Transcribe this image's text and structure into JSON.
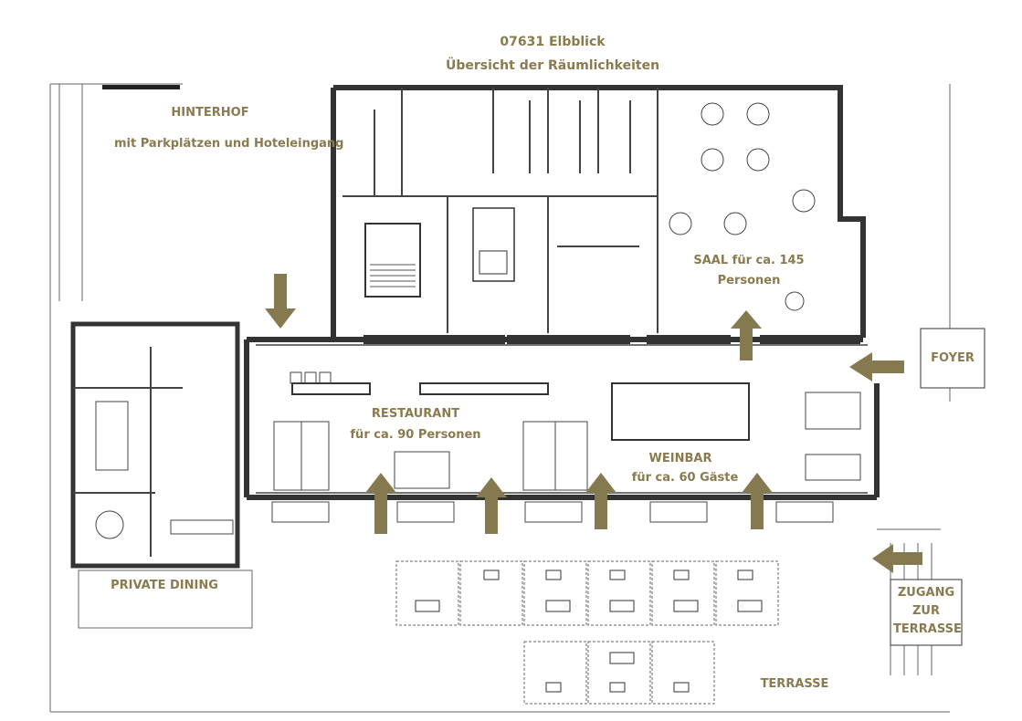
{
  "header": {
    "line1": "07631 Elbblick",
    "line2": "Übersicht der Räumlichkeiten"
  },
  "rooms": {
    "hinterhof": {
      "name": "HINTERHOF",
      "sub": "mit Parkplätzen und Hoteleingang"
    },
    "saal": {
      "line1": "SAAL für ca. 145",
      "line2": "Personen"
    },
    "restaurant": {
      "name": "RESTAURANT",
      "sub": "für ca. 90 Personen"
    },
    "weinbar": {
      "name": "WEINBAR",
      "sub": "für ca. 60 Gäste"
    },
    "foyer": {
      "name": "FOYER"
    },
    "private_dining": {
      "name": "PRIVATE DINING"
    },
    "zugang": {
      "line1": "ZUGANG",
      "line2": "ZUR",
      "line3": "TERRASSE"
    },
    "terrasse": {
      "name": "TERRASSE"
    }
  },
  "colors": {
    "accent": "#8a7b4f",
    "arrow": "#857a4f",
    "wall": "#333333"
  }
}
